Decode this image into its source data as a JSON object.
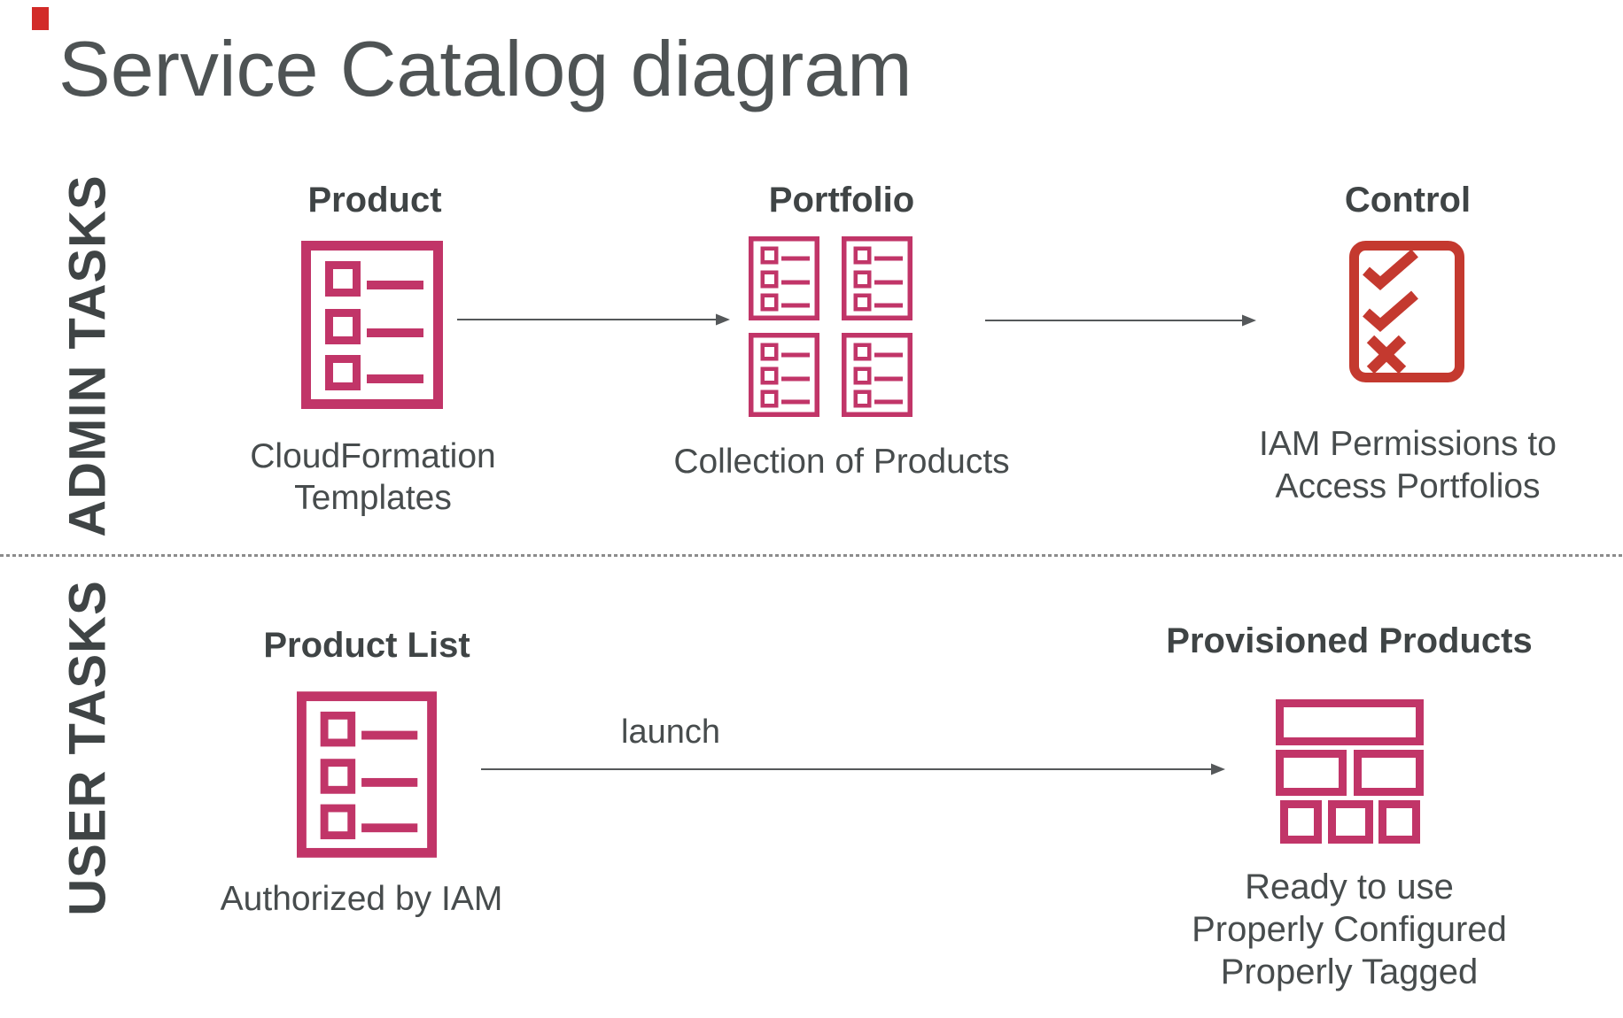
{
  "title": "Service Catalog diagram",
  "colors": {
    "magenta": "#c13568",
    "red": "#c4392f",
    "text": "#474c4d",
    "heading": "#3f4445",
    "title": "#4e5354",
    "arrow": "#55585a",
    "divider": "#8c8c8c",
    "accent": "#d22b28"
  },
  "icons": {
    "product": "list-document-icon",
    "portfolio": "portfolio-grid-of-list-documents-icon",
    "control": "checklist-check-x-icon",
    "product_list": "list-document-icon",
    "provisioned": "bricks-grid-icon"
  },
  "sections": {
    "admin": {
      "label": "ADMIN TASKS",
      "product": {
        "title": "Product",
        "caption_lines": [
          "CloudFormation",
          "Templates"
        ]
      },
      "portfolio": {
        "title": "Portfolio",
        "caption_lines": [
          "Collection of Products"
        ]
      },
      "control": {
        "title": "Control",
        "caption_lines": [
          "IAM Permissions to",
          "Access Portfolios"
        ]
      }
    },
    "user": {
      "label": "USER TASKS",
      "product_list": {
        "title": "Product List",
        "caption_lines": [
          "Authorized by IAM"
        ]
      },
      "launch_arrow_label": "launch",
      "provisioned": {
        "title": "Provisioned Products",
        "caption_lines": [
          "Ready to use",
          "Properly Configured",
          "Properly Tagged"
        ]
      }
    }
  }
}
